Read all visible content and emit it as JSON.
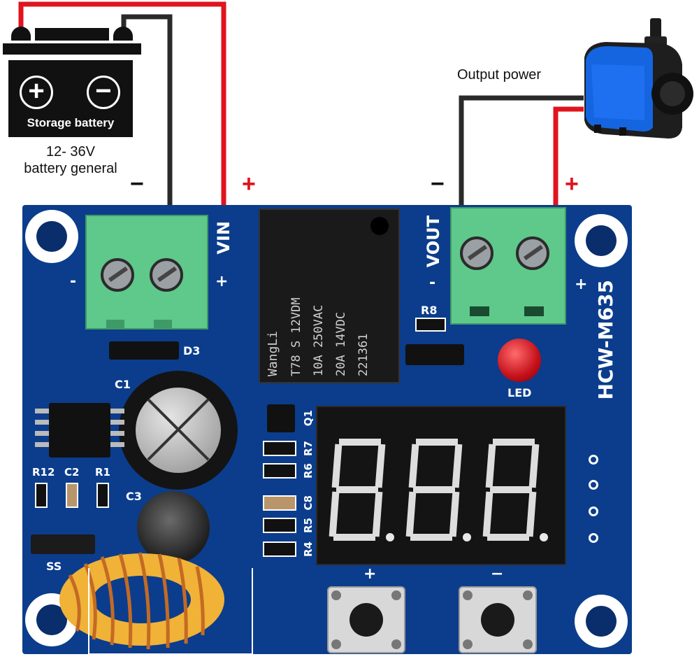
{
  "battery": {
    "label": "Storage battery",
    "plus_symbol": "+",
    "minus_symbol": "−",
    "voltage_line1": "12- 36V",
    "voltage_line2": "battery general"
  },
  "output": {
    "label": "Output power"
  },
  "polarity": {
    "in_minus": "−",
    "in_plus": "+",
    "out_minus": "−",
    "out_plus": "+"
  },
  "board": {
    "model": "HCW-M635",
    "vin_label": "VIN",
    "vin_plus": "+",
    "vin_minus": "-",
    "vout_label": "VOUT",
    "vout_plus": "+",
    "vout_minus": "-",
    "d3": "D3",
    "c1": "C1",
    "c2": "C2",
    "c3": "C3",
    "r1": "R1",
    "r12": "R12",
    "r8": "R8",
    "led": "LED",
    "q1": "Q1",
    "r7": "R7",
    "r6": "R6",
    "c8": "C8",
    "r5": "R5",
    "r4": "R4",
    "ss": "SS",
    "btn_plus": "+",
    "btn_minus": "−",
    "display_digits": "8.8.8."
  },
  "relay": {
    "brand": "WangLi",
    "line1": "T78 S 12VDM",
    "line2": "10A 250VAC",
    "line3": "20A 14VDC",
    "line4": "221361"
  },
  "colors": {
    "pcb": "#0b3d8c",
    "wire_red": "#e0141e",
    "wire_black": "#2a2a2a",
    "terminal": "#5ec98a",
    "display_seg": "#e8e8e8"
  }
}
